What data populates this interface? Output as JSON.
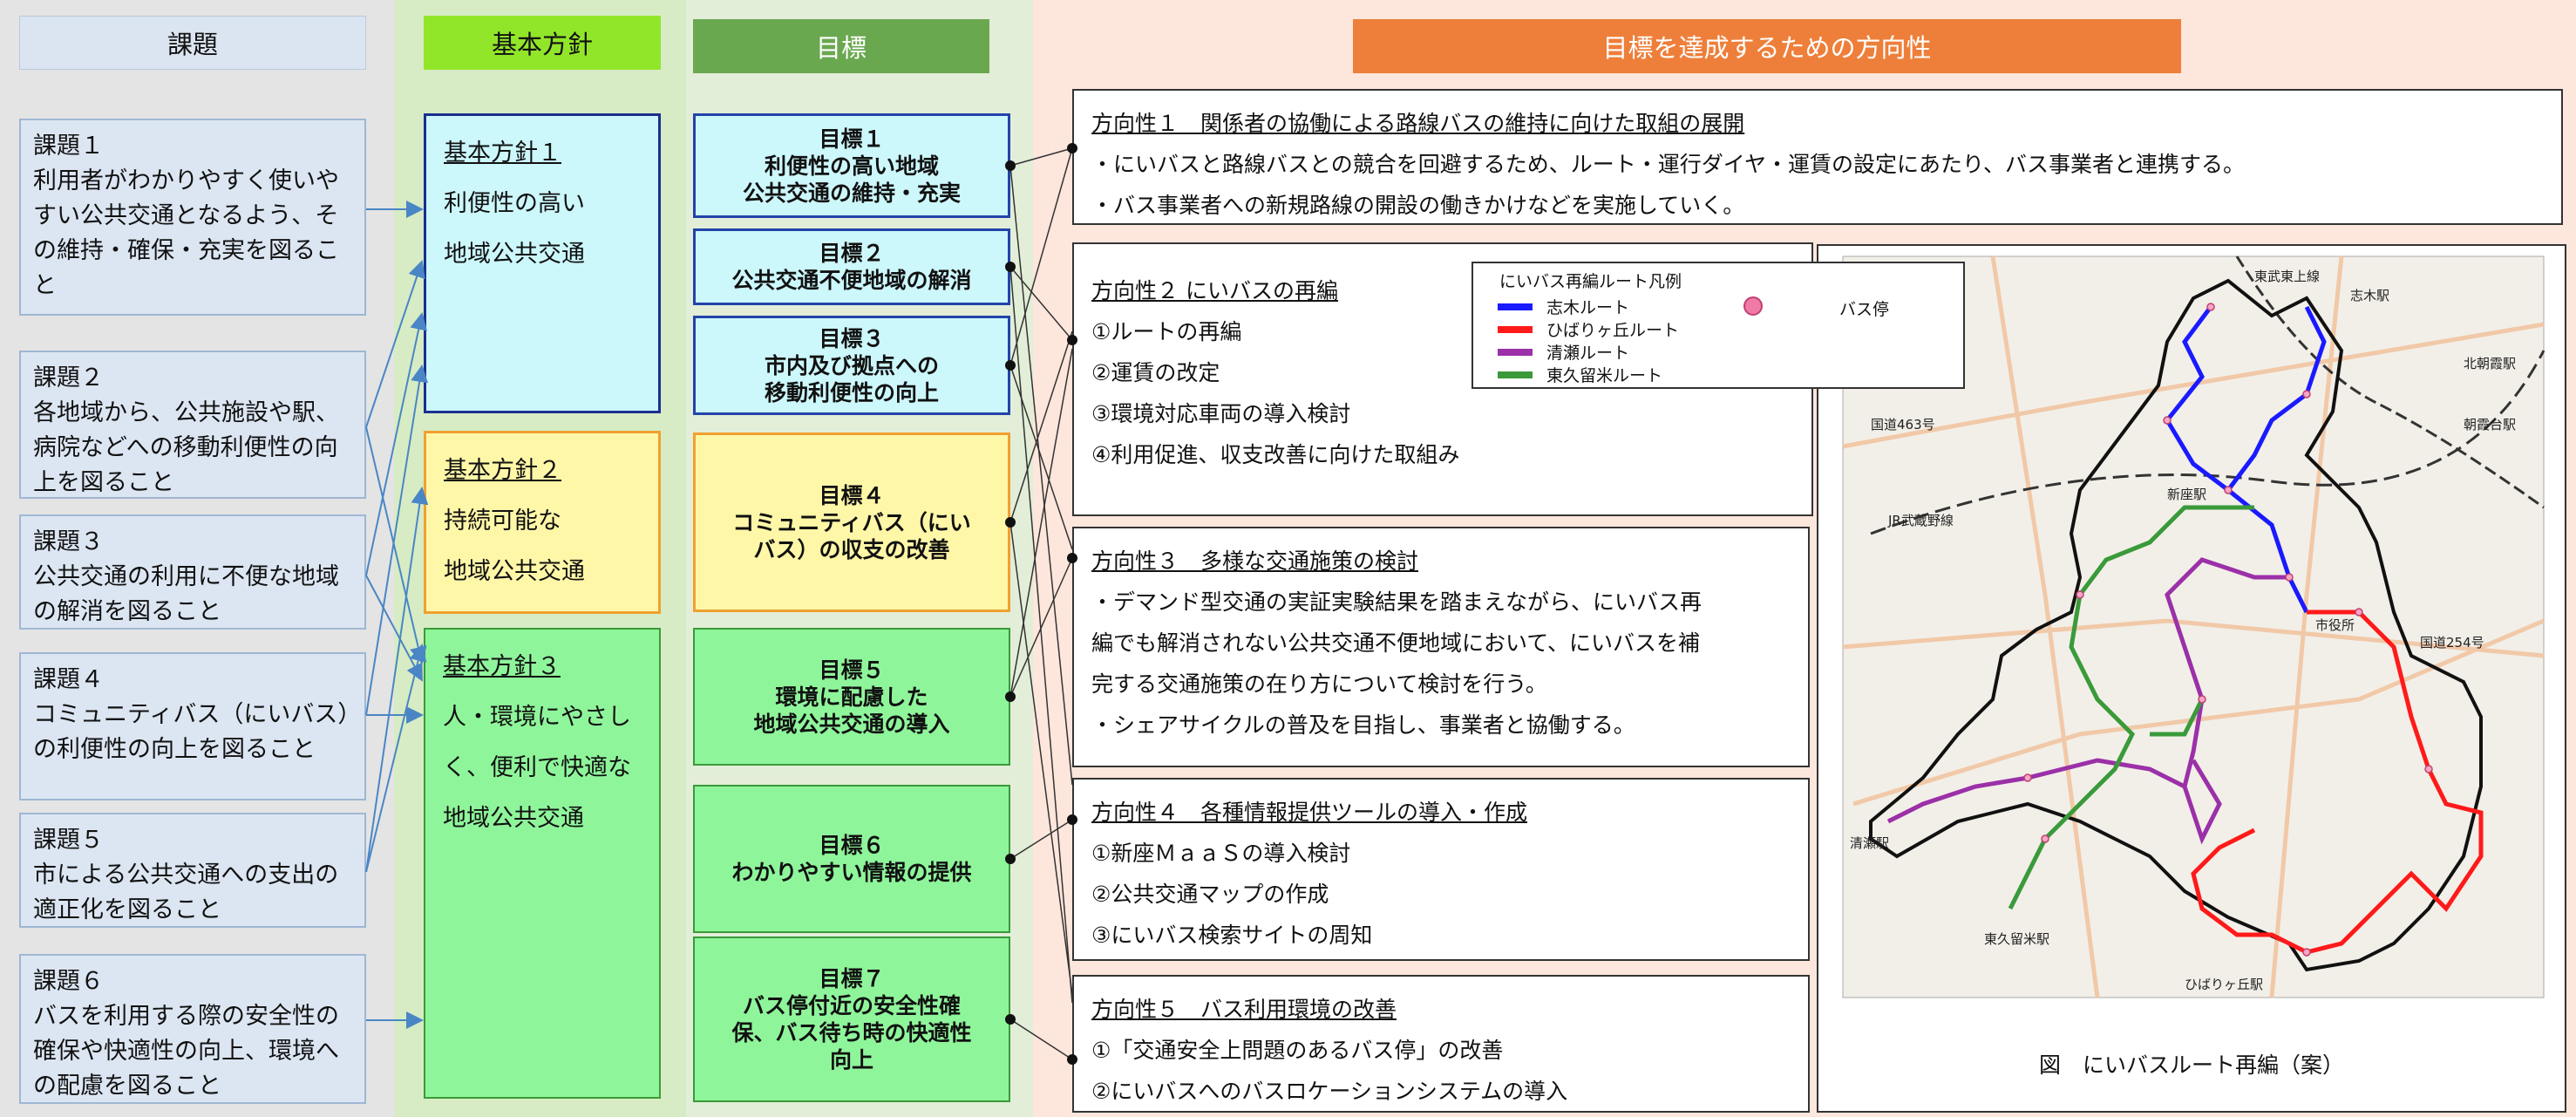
{
  "headers": {
    "issues": "課題",
    "policies": "基本方針",
    "goals": "目標",
    "directions": "目標を達成するための方向性"
  },
  "issues": [
    {
      "title": "課題１",
      "text": "利用者がわかりやすく使いやすい公共交通となるよう、その維持・確保・充実を図ること"
    },
    {
      "title": "課題２",
      "text": "各地域から、公共施設や駅、病院などへの移動利便性の向上を図ること"
    },
    {
      "title": "課題３",
      "text": "公共交通の利用に不便な地域の解消を図ること"
    },
    {
      "title": "課題４",
      "text": "コミュニティバス（にいバス）の利便性の向上を図ること"
    },
    {
      "title": "課題５",
      "text": "市による公共交通への支出の適正化を図ること"
    },
    {
      "title": "課題６",
      "text": "バスを利用する際の安全性の確保や快適性の向上、環境への配慮を図ること"
    }
  ],
  "policies": [
    {
      "title": "基本方針１",
      "lines": [
        "利便性の高い",
        "地域公共交通"
      ]
    },
    {
      "title": "基本方針２",
      "lines": [
        "持続可能な",
        "地域公共交通"
      ]
    },
    {
      "title": "基本方針３",
      "lines": [
        "人・環境にやさし",
        "く、便利で快適な",
        "地域公共交通"
      ]
    }
  ],
  "goals": [
    {
      "lines": [
        "目標１",
        "利便性の高い地域",
        "公共交通の維持・充実"
      ]
    },
    {
      "lines": [
        "目標２",
        "公共交通不便地域の解消"
      ]
    },
    {
      "lines": [
        "目標３",
        "市内及び拠点への",
        "移動利便性の向上"
      ]
    },
    {
      "lines": [
        "目標４",
        "コミュニティバス（にい",
        "バス）の収支の改善"
      ]
    },
    {
      "lines": [
        "目標５",
        "環境に配慮した",
        "地域公共交通の導入"
      ]
    },
    {
      "lines": [
        "目標６",
        "わかりやすい情報の提供"
      ]
    },
    {
      "lines": [
        "目標７",
        "バス停付近の安全性確",
        "保、バス待ち時の快適性",
        "向上"
      ]
    }
  ],
  "directions": [
    {
      "title": "方向性１　関係者の協働による路線バスの維持に向けた取組の展開",
      "items": [
        "・にいバスと路線バスとの競合を回避するため、ルート・運行ダイヤ・運賃の設定にあたり、バス事業者と連携する。",
        "・バス事業者への新規路線の開設の働きかけなどを実施していく。"
      ]
    },
    {
      "title": "方向性２ にいバスの再編",
      "items": [
        "①ルートの再編",
        "②運賃の改定",
        "③環境対応車両の導入検討",
        "④利用促進、収支改善に向けた取組み"
      ]
    },
    {
      "title": "方向性３　多様な交通施策の検討",
      "items": [
        "・デマンド型交通の実証実験結果を踏まえながら、にいバス再",
        "編でも解消されない公共交通不便地域において、にいバスを補",
        "完する交通施策の在り方について検討を行う。",
        "・シェアサイクルの普及を目指し、事業者と協働する。"
      ]
    },
    {
      "title": "方向性４　各種情報提供ツールの導入・作成",
      "items": [
        "①新座ＭａａＳの導入検討",
        "②公共交通マップの作成",
        "③にいバス検索サイトの周知"
      ]
    },
    {
      "title": "方向性５　バス利用環境の改善",
      "items": [
        "①「交通安全上問題のあるバス停」の改善",
        "②にいバスへのバスロケーションシステムの導入"
      ]
    }
  ],
  "map": {
    "legend_title": "にいバス再編ルート凡例",
    "routes": [
      {
        "name": "志木ルート",
        "color": "#1a1aff"
      },
      {
        "name": "ひばりヶ丘ルート",
        "color": "#ff1a1a"
      },
      {
        "name": "清瀬ルート",
        "color": "#9b30a8"
      },
      {
        "name": "東久留米ルート",
        "color": "#3a9a3a"
      }
    ],
    "stop_label": "バス停",
    "place_labels": [
      "東武東上線",
      "志木駅",
      "北朝霞駅",
      "朝霞台駅",
      "国道463号",
      "新座駅",
      "JR武蔵野線",
      "市役所",
      "国道254号",
      "清瀬駅",
      "東久留米駅",
      "ひばりヶ丘駅"
    ],
    "caption": "図　にいバスルート再編（案）"
  },
  "colors": {
    "issue_band": "#e4e4e4",
    "policy_band": "#d7ecc4",
    "goal_band": "#e2eed8",
    "dir_band": "#fde6dc",
    "header_issue": "#dbe5f1",
    "header_policy": "#92e62a",
    "header_goal": "#6aa84f",
    "header_dir": "#ee7f3a",
    "policy1": "#ccf7fb",
    "policy2": "#fff7a8",
    "policy3": "#8ff59b",
    "goal_blue": "#ccf7fb",
    "goal_yellow": "#fff7a8",
    "goal_green": "#8ff59b"
  }
}
